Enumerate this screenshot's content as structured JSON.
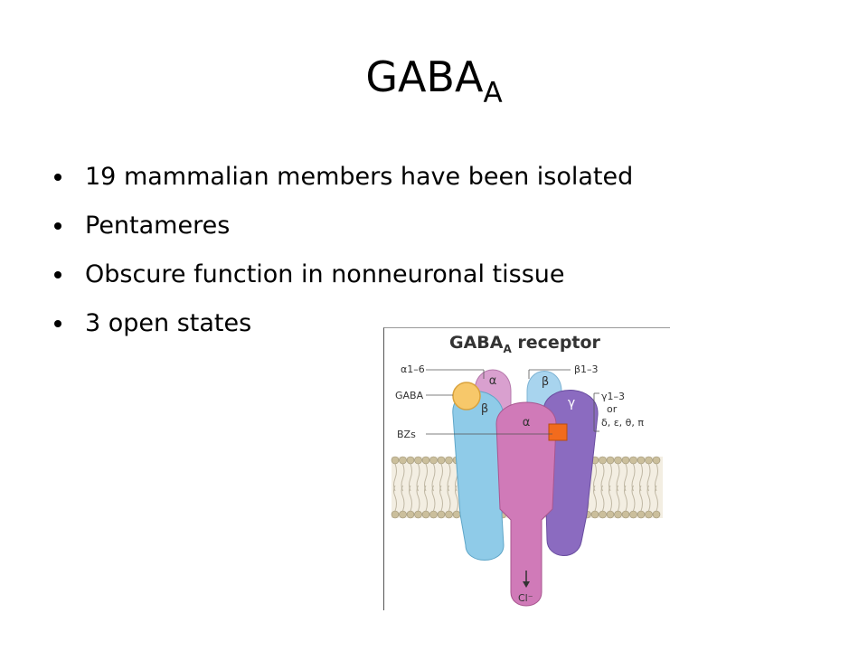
{
  "slide": {
    "title_main": "GABA",
    "title_sub": "A",
    "bullets": [
      "19 mammalian members have been isolated",
      "Pentameres",
      "Obscure function in nonneuronal tissue",
      "3 open states"
    ]
  },
  "figure": {
    "heading_main": "GABA",
    "heading_sub": "A",
    "heading_rest": " receptor",
    "label_alpha16": "α1–6",
    "label_gaba": "GABA",
    "label_bzs": "BZs",
    "label_beta13": "β1–3",
    "label_gamma13": "γ1–3",
    "label_or": "or",
    "label_alts": "δ, ε, θ, π",
    "label_cl": "Cl⁻",
    "subunit_alpha": "α",
    "subunit_beta": "β",
    "colors": {
      "alpha_pink": "#d48ec8",
      "beta_blue": "#8fcbe8",
      "gamma_purple": "#8b6bc0",
      "gaba_yellow": "#f7c86a",
      "bz_orange": "#f26b1d",
      "lipid_head": "#cbbf9c"
    }
  }
}
